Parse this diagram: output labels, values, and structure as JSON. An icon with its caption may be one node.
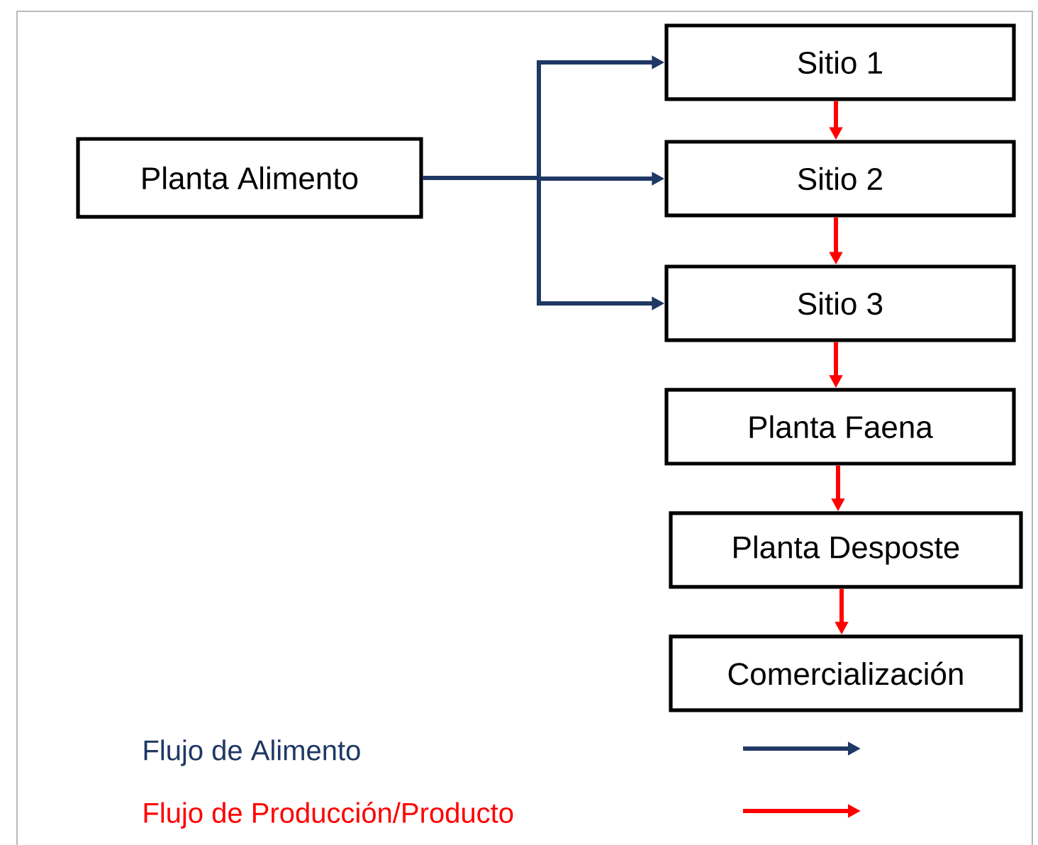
{
  "diagram": {
    "nodes": [
      {
        "text": [
          "Planta Alimento"
        ]
      },
      {
        "text": [
          "Sitio 1"
        ]
      },
      {
        "text": [
          "Sitio 2"
        ]
      },
      {
        "text": [
          "Sitio 3"
        ]
      },
      {
        "text": [
          "Planta Faena"
        ]
      },
      {
        "text": [
          "Planta Desposte"
        ]
      },
      {
        "text": [
          "Comercialización"
        ]
      }
    ],
    "edges": [
      {
        "from": 0,
        "to": 1,
        "arrow": "to",
        "color": "#1f3864"
      },
      {
        "from": 0,
        "to": 2,
        "arrow": "to",
        "color": "#1f3864"
      },
      {
        "from": 0,
        "to": 3,
        "arrow": "to",
        "color": "#1f3864"
      },
      {
        "from": 1,
        "to": 2,
        "arrow": "to"
      },
      {
        "from": 2,
        "to": 3,
        "arrow": "to"
      },
      {
        "from": 3,
        "to": 4,
        "arrow": "to"
      },
      {
        "from": 4,
        "to": 5,
        "arrow": "to"
      },
      {
        "from": 5,
        "to": 6,
        "arrow": "to"
      }
    ],
    "legend": [
      {
        "text": "Flujo de Alimento"
      },
      {
        "text": "Flujo de Producción/Producto"
      }
    ]
  }
}
